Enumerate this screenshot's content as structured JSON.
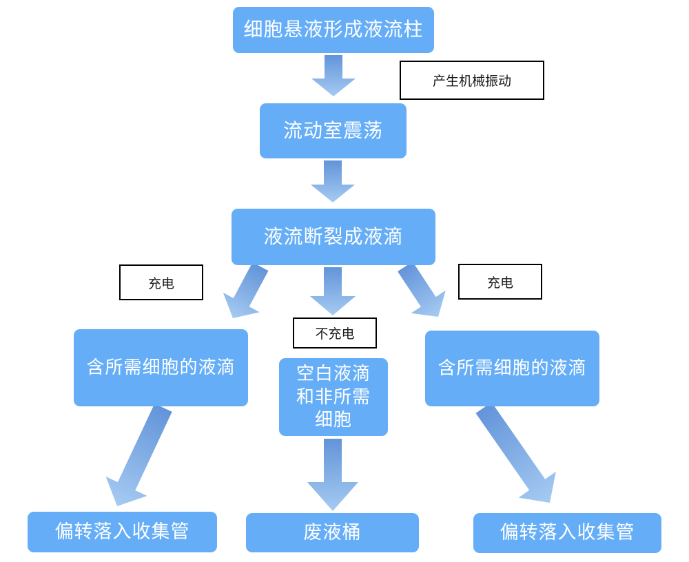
{
  "diagram": {
    "nodes": {
      "jet": {
        "label": "细胞悬液形成液流柱"
      },
      "chamber": {
        "label": "流动室震荡"
      },
      "breakup": {
        "label": "液流断裂成液滴"
      },
      "left_drop": {
        "label": "含所需细胞的液滴"
      },
      "center_drop": {
        "label": "空白液滴\n和非所需\n细胞"
      },
      "right_drop": {
        "label": "含所需细胞的液滴"
      },
      "left_collect": {
        "label": "偏转落入收集管"
      },
      "waste": {
        "label": "废液桶"
      },
      "right_collect": {
        "label": "偏转落入收集管"
      }
    },
    "annotations": {
      "vibration": "产生机械振动",
      "charge_left": "充电",
      "charge_right": "充电",
      "no_charge": "不充电"
    },
    "colors": {
      "node_fill": "#65AEF7",
      "node_text": "#FFFFFF",
      "arrow_gradient_start": "#6294D9",
      "arrow_gradient_end": "#A6CBF2",
      "annotation_border": "#000000",
      "annotation_text": "#1A1A1A",
      "background": "#FFFFFF"
    }
  }
}
